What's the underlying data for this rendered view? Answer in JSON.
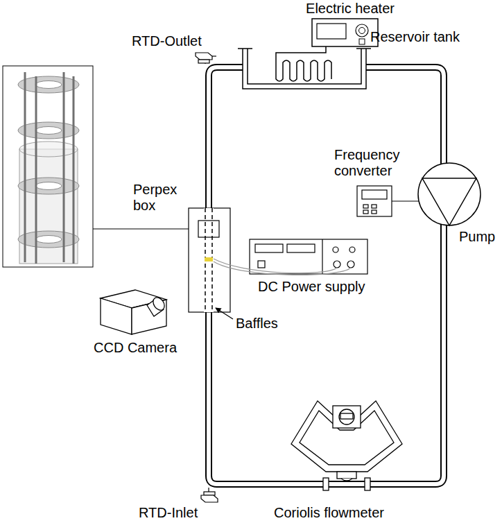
{
  "diagram": {
    "labels": [
      "Electric heater",
      "RTD-Outlet",
      "Reservoir tank",
      "Frequency converter",
      "Pump",
      "Perpex box",
      "DC Power supply",
      "CCD Camera",
      "Baffles",
      "Coriolis flowmeter",
      "RTD-Inlet"
    ]
  }
}
